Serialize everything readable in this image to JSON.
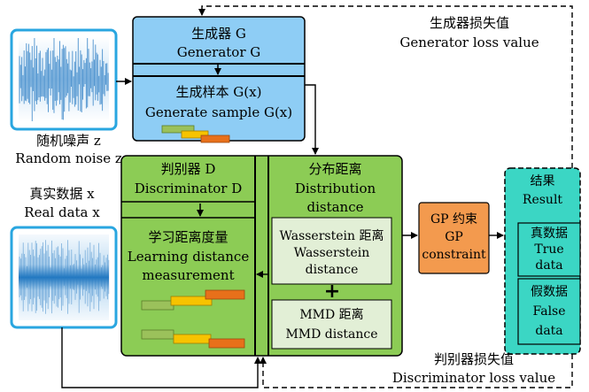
{
  "generator": {
    "title_cn": "生成器 G",
    "title_en": "Generator G",
    "sample_cn": "生成样本 G(x)",
    "sample_en": "Generate sample G(x)"
  },
  "noise": {
    "label_cn": "随机噪声 z",
    "label_en": "Random noise z"
  },
  "real": {
    "label_cn": "真实数据 x",
    "label_en": "Real data x"
  },
  "discriminator": {
    "title_cn": "判别器 D",
    "title_en": "Discriminator D",
    "learning_cn": "学习距离度量",
    "learning_en1": "Learning distance",
    "learning_en2": "measurement",
    "dist_cn": "分布距离",
    "dist_en1": "Distribution",
    "dist_en2": "distance",
    "wass_cn": "Wasserstein 距离",
    "wass_en1": "Wasserstein",
    "wass_en2": "distance",
    "plus": "+",
    "mmd_cn": "MMD 距离",
    "mmd_en": "MMD distance"
  },
  "gp": {
    "line1": "GP 约束",
    "line2": "GP",
    "line3": "constraint"
  },
  "result": {
    "title_cn": "结果",
    "title_en": "Result",
    "true_cn": "真数据",
    "true_en1": "True",
    "true_en2": "data",
    "false_cn": "假数据",
    "false_en1": "False",
    "false_en2": "data"
  },
  "gen_loss": {
    "cn": "生成器损失值",
    "en": "Generator loss value"
  },
  "disc_loss": {
    "cn": "判别器损失值",
    "en": "Discriminator loss value"
  },
  "colors": {
    "generator_fill": "#8ecdf5",
    "discriminator_fill": "#8ccc55",
    "inner_box_fill": "#e2efd6",
    "gp_fill": "#f39a4e",
    "result_fill": "#3bd6c4",
    "noise_border": "#29a6e0"
  }
}
